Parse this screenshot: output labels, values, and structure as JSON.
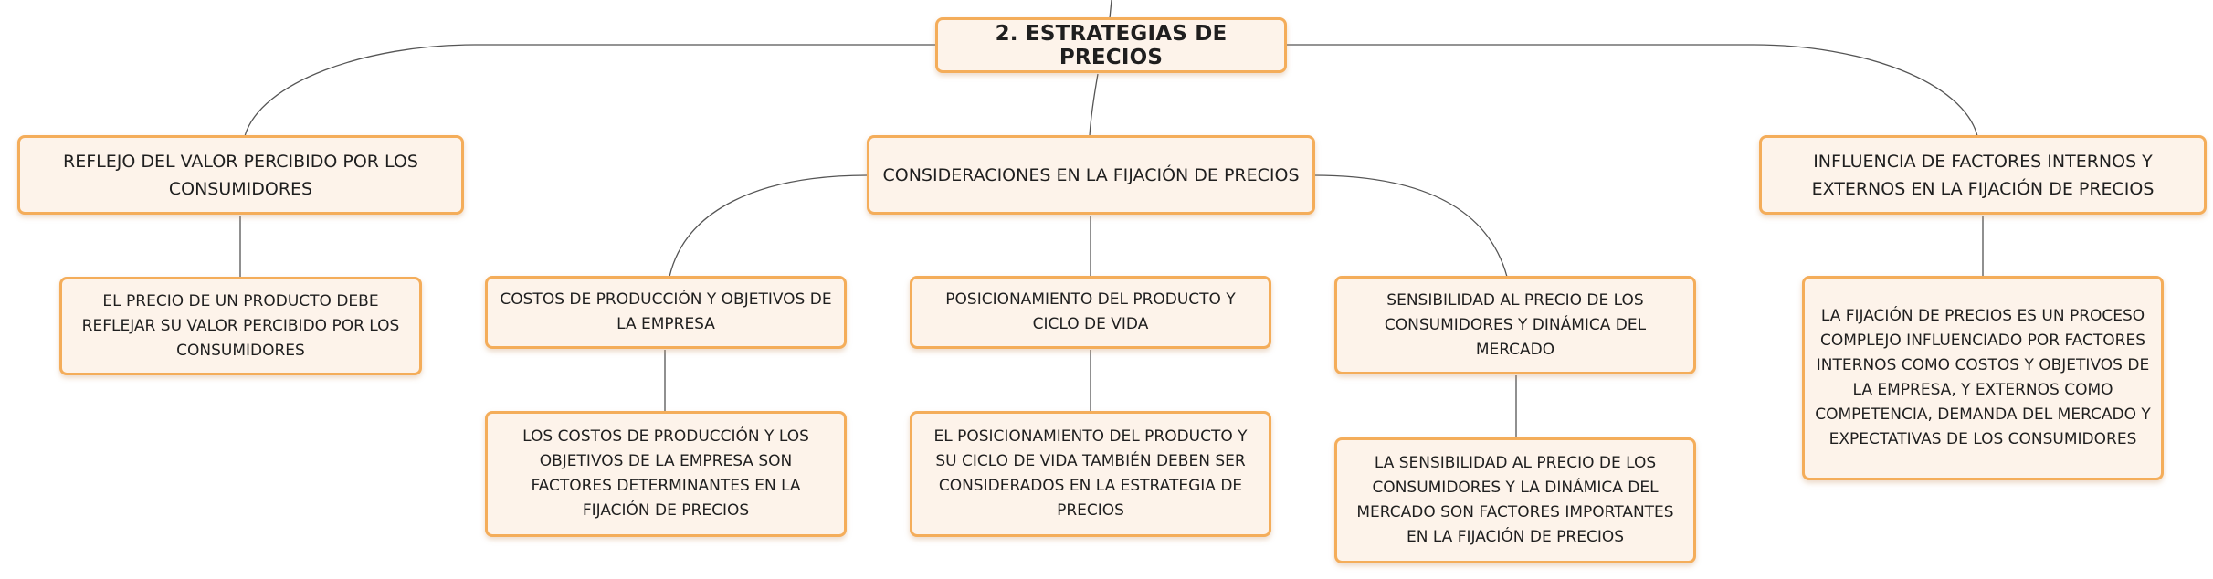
{
  "root": {
    "label": "2. ESTRATEGIAS DE PRECIOS"
  },
  "branches": [
    {
      "label": "REFLEJO DEL VALOR PERCIBIDO POR LOS CONSUMIDORES",
      "children": [
        {
          "label": "EL PRECIO DE UN PRODUCTO DEBE REFLEJAR SU VALOR PERCIBIDO POR LOS CONSUMIDORES"
        }
      ]
    },
    {
      "label": "CONSIDERACIONES EN LA FIJACIÓN DE PRECIOS",
      "children": [
        {
          "label": "COSTOS DE PRODUCCIÓN Y OBJETIVOS DE LA EMPRESA",
          "children": [
            {
              "label": "LOS COSTOS DE PRODUCCIÓN Y LOS OBJETIVOS DE LA EMPRESA SON FACTORES DETERMINANTES EN LA FIJACIÓN DE PRECIOS"
            }
          ]
        },
        {
          "label": "POSICIONAMIENTO DEL PRODUCTO Y CICLO DE VIDA",
          "children": [
            {
              "label": "EL POSICIONAMIENTO DEL PRODUCTO Y SU CICLO DE VIDA TAMBIÉN DEBEN SER CONSIDERADOS EN LA ESTRATEGIA DE PRECIOS"
            }
          ]
        },
        {
          "label": "SENSIBILIDAD AL PRECIO DE LOS CONSUMIDORES Y DINÁMICA DEL MERCADO",
          "children": [
            {
              "label": "LA SENSIBILIDAD AL PRECIO DE LOS CONSUMIDORES Y LA DINÁMICA DEL MERCADO SON FACTORES IMPORTANTES EN LA FIJACIÓN DE PRECIOS"
            }
          ]
        }
      ]
    },
    {
      "label": "INFLUENCIA DE FACTORES INTERNOS Y EXTERNOS EN LA FIJACIÓN DE PRECIOS",
      "children": [
        {
          "label": "LA FIJACIÓN DE PRECIOS ES UN PROCESO COMPLEJO INFLUENCIADO POR FACTORES INTERNOS COMO COSTOS Y OBJETIVOS DE LA EMPRESA, Y EXTERNOS COMO COMPETENCIA, DEMANDA DEL MERCADO Y EXPECTATIVAS DE LOS CONSUMIDORES"
        }
      ]
    }
  ],
  "colors": {
    "node_fill": "#fdf3ea",
    "node_border": "#f4ad5a",
    "connector": "#555555",
    "text": "#1f1f1f"
  }
}
